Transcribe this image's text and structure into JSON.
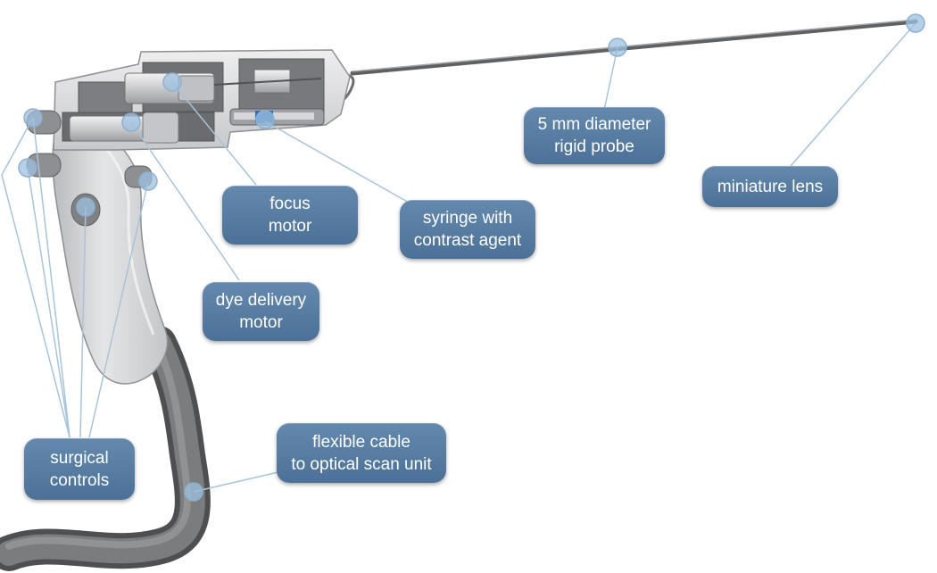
{
  "labels": {
    "probe": "5 mm diameter\nrigid probe",
    "lens": "miniature lens",
    "focus": "focus\nmotor",
    "syringe": "syringe with\ncontrast agent",
    "dye": "dye delivery\nmotor",
    "controls": "surgical\ncontrols",
    "cable": "flexible cable\nto optical scan unit"
  },
  "colors": {
    "callout_fill": "#5a7fa6",
    "leader_line": "#a9c4d8",
    "marker_fill": "#9ec0df",
    "housing": "#d6d7d9",
    "cable": "#6e6f71"
  }
}
